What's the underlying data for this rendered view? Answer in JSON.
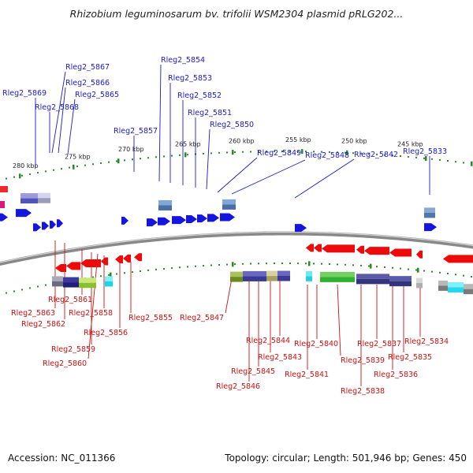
{
  "title": "Rhizobium leguminosarum bv. trifolii WSM2304 plasmid pRLG202...",
  "footer": {
    "accession": "Accession: NC_011366",
    "summary": "Topology: circular; Length: 501,946 bp; Genes: 450"
  },
  "scale_labels": [
    "280 kbp",
    "275 kbp",
    "270 kbp",
    "265 kbp",
    "260 kbp",
    "255 kbp",
    "250 kbp",
    "245 kbp"
  ],
  "forward_genes": [
    "Rleg2_5869",
    "Rleg2_5868",
    "Rleg2_5867",
    "Rleg2_5866",
    "Rleg2_5865",
    "Rleg2_5857",
    "Rleg2_5854",
    "Rleg2_5853",
    "Rleg2_5852",
    "Rleg2_5851",
    "Rleg2_5850",
    "Rleg2_5849",
    "Rleg2_5848",
    "Rleg2_5842",
    "Rleg2_5833"
  ],
  "reverse_genes": [
    "Rleg2_5863",
    "Rleg2_5862",
    "Rleg2_5861",
    "Rleg2_5859",
    "Rleg2_5860",
    "Rleg2_5858",
    "Rleg2_5856",
    "Rleg2_5855",
    "Rleg2_5847",
    "Rleg2_5846",
    "Rleg2_5845",
    "Rleg2_5844",
    "Rleg2_5843",
    "Rleg2_5841",
    "Rleg2_5840",
    "Rleg2_5839",
    "Rleg2_5838",
    "Rleg2_5837",
    "Rleg2_5836",
    "Rleg2_5835",
    "Rleg2_5834"
  ],
  "colors": {
    "forward_strand": "#1515e0",
    "reverse_strand": "#ee0a0a",
    "backbone": "#888888",
    "ticks": "#2a8a2a"
  }
}
